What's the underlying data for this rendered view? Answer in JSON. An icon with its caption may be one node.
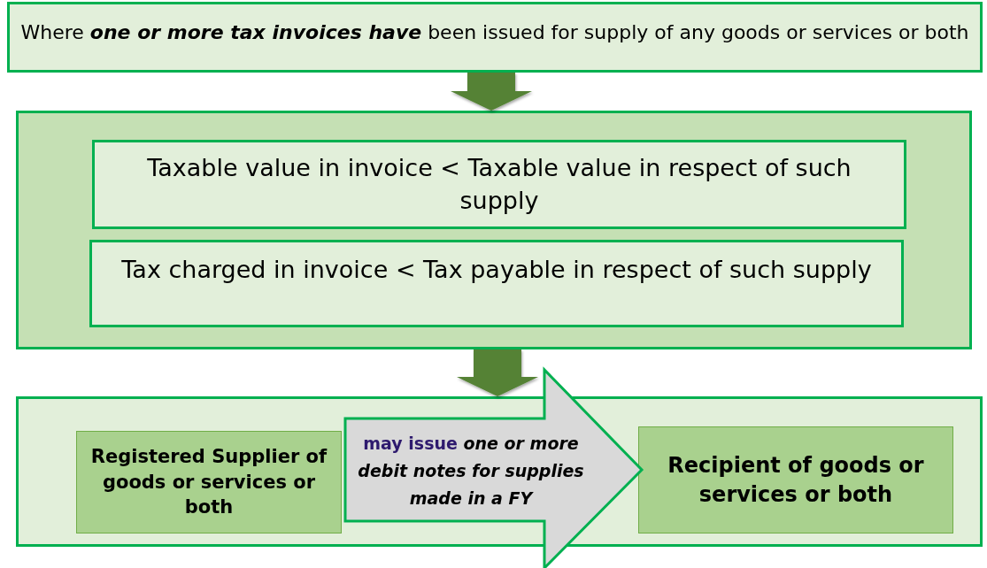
{
  "diagram": {
    "nodes": [
      {
        "text": [
          "Where **one or more tax invoices have** been issued for supply of any goods or services or both"
        ]
      },
      {
        "text": [],
        "shape": "box"
      },
      {
        "text": [
          "Taxable value in invoice < Taxable value in respect of such supply"
        ],
        "in": 1
      },
      {
        "text": [
          "Tax charged in invoice < Tax payable in respect of such supply"
        ],
        "in": 1
      },
      {
        "text": [],
        "shape": "box"
      },
      {
        "text": [
          "Registered Supplier of goods or services or both"
        ],
        "in": 4
      },
      {
        "text": [
          "Recipient of goods or services or both"
        ],
        "in": 4
      }
    ],
    "edges": [
      {
        "from": 0,
        "to": 1,
        "arrow": "to"
      },
      {
        "from": 1,
        "to": 4,
        "arrow": "to"
      },
      {
        "from": 5,
        "to": 6,
        "arrow": "to",
        "label": "may issue *one or more debit notes for supplies made in a FY*"
      }
    ]
  }
}
